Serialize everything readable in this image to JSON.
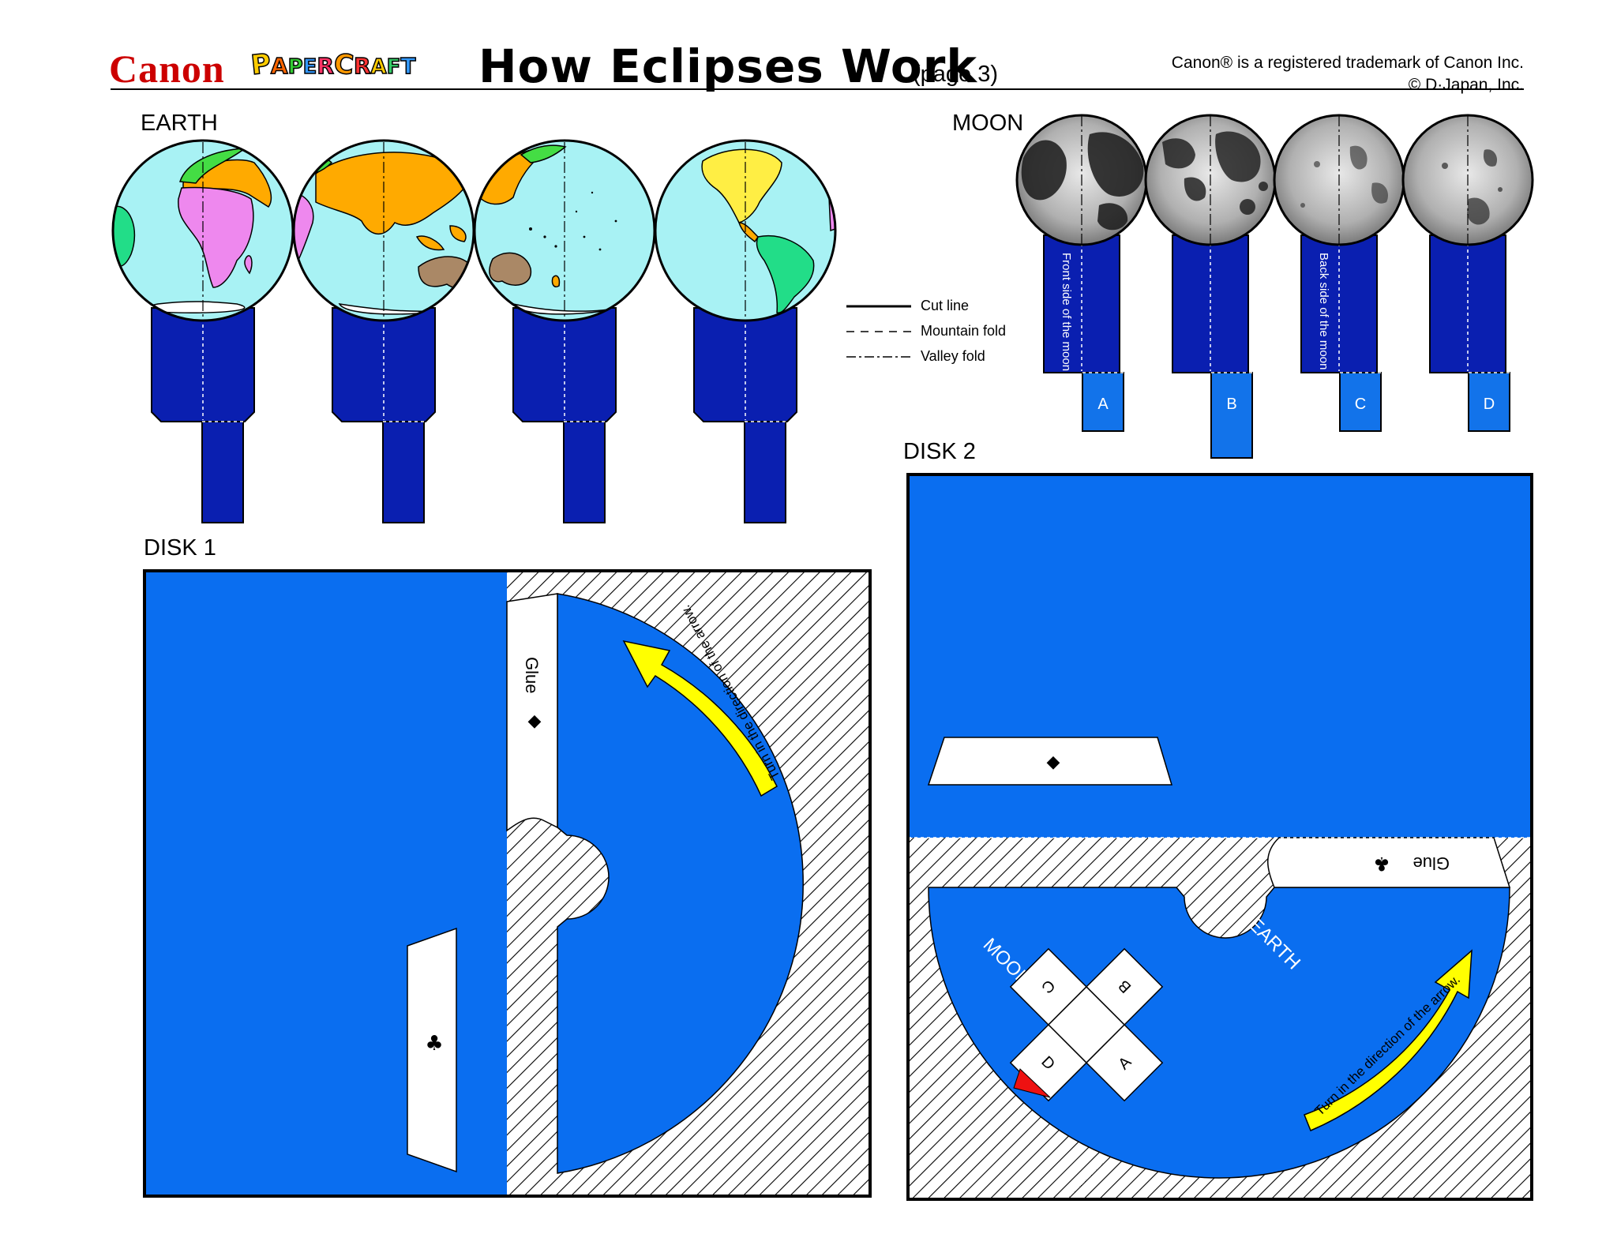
{
  "header": {
    "brand": "Canon",
    "logo_letters": [
      "P",
      "A",
      "P",
      "E",
      "R",
      "C",
      "R",
      "A",
      "F",
      "T"
    ],
    "title": "How Eclipses Work",
    "page": "(page 3)",
    "trademark_line1": "Canon® is a registered trademark of Canon Inc.",
    "trademark_line2": "© D·Japan, Inc."
  },
  "sections": {
    "earth": "EARTH",
    "moon": "MOON",
    "disk1": "DISK 1",
    "disk2": "DISK 2"
  },
  "legend": {
    "cut": "Cut line",
    "mountain": "Mountain fold",
    "valley": "Valley fold"
  },
  "moon_pieces": {
    "tabs": [
      "A",
      "B",
      "C",
      "D"
    ],
    "front_text": "Front side of the moon",
    "back_text": "Back side of the moon"
  },
  "disk1": {
    "glue": "Glue",
    "arrow_text": "Turn in the direction of the arrow."
  },
  "disk2": {
    "glue": "Glue",
    "moon_label": "MOON",
    "earth_label": "EARTH",
    "arrow_text": "Turn in the direction of the arrow.",
    "square_letters": [
      "A",
      "B",
      "C",
      "D"
    ]
  },
  "colors": {
    "blue": "#0a6ef0",
    "navy": "#0a1fb0",
    "tab_blue": "#1273ea",
    "ocean": "#a8f2f4",
    "yellow": "#ffff00",
    "red": "#ee1111"
  },
  "icons": {
    "diamond": "◆",
    "club": "♣"
  }
}
